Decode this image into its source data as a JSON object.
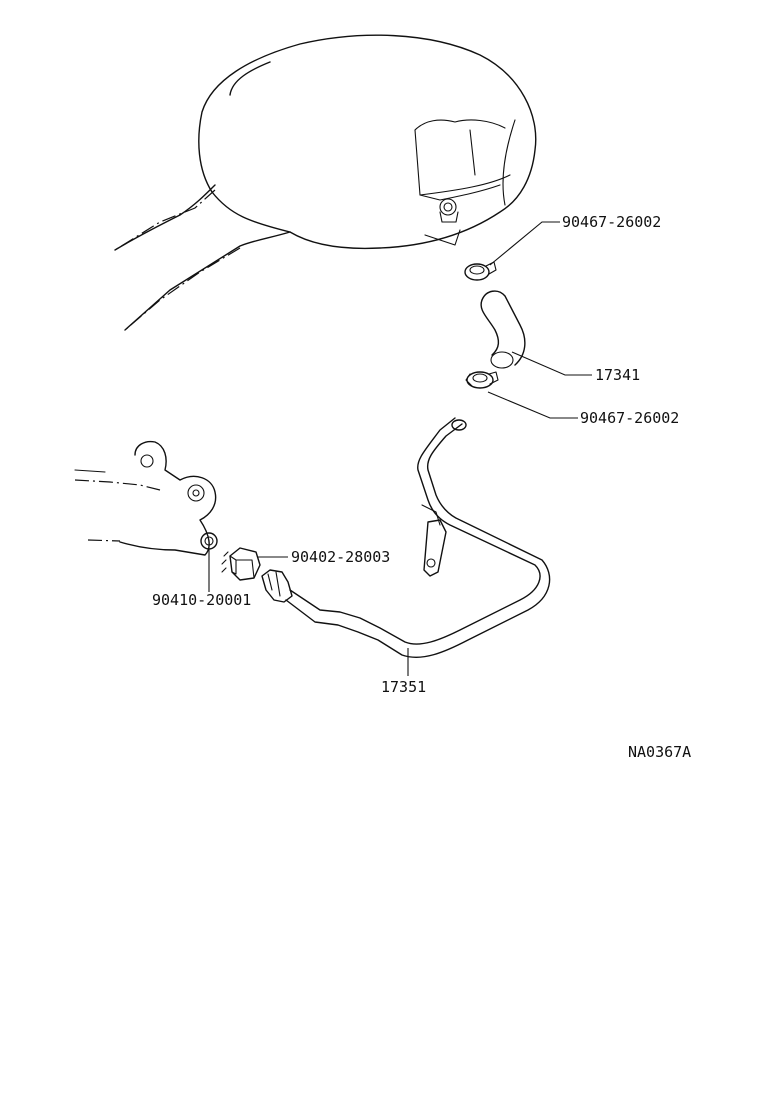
{
  "labels": {
    "clip_upper": "90467-26002",
    "hose": "17341",
    "clip_lower": "90467-26002",
    "union_bolt": "90402-28003",
    "gasket": "90410-20001",
    "pipe": "17351",
    "figure_code": "NA0367A"
  }
}
